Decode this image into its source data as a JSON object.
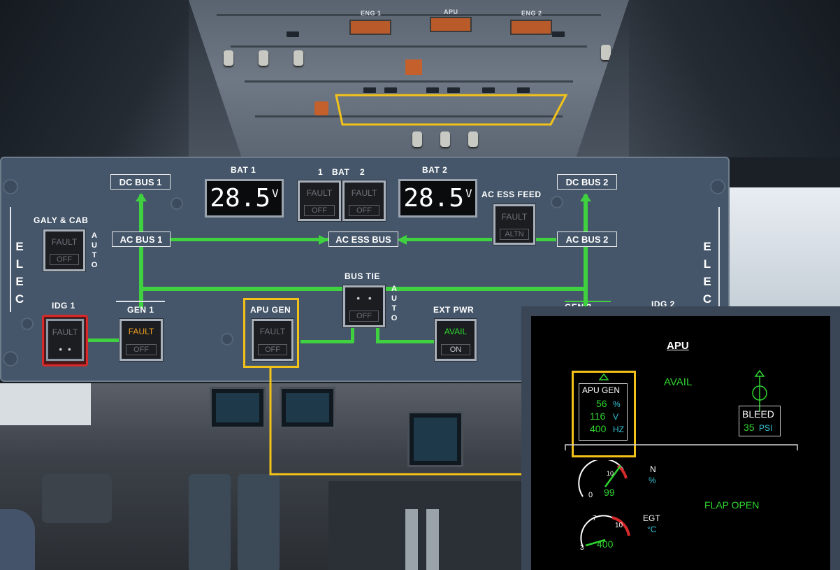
{
  "panel": {
    "elec_side_label": "ELEC",
    "bat1_label": "BAT 1",
    "bat2_label": "BAT 2",
    "bat_pb_label_1": "1",
    "bat_pb_label_bat": "BAT",
    "bat_pb_label_2": "2",
    "bat1_voltage": "28.5",
    "bat2_voltage": "28.5",
    "volt_unit": "V",
    "dc_bus_1": "DC BUS 1",
    "dc_bus_2": "DC BUS 2",
    "ac_bus_1": "AC BUS 1",
    "ac_bus_2": "AC BUS 2",
    "ac_ess_bus": "AC ESS BUS",
    "ac_ess_feed": "AC ESS FEED",
    "galy_cab": "GALY & CAB",
    "auto": "AUTO",
    "bus_tie": "BUS TIE",
    "idg1": "IDG 1",
    "idg2": "IDG 2",
    "gen1": "GEN 1",
    "gen2_partial": "GEN 2",
    "apu_gen": "APU GEN",
    "ext_pwr": "EXT PWR",
    "fault": "FAULT",
    "off": "OFF",
    "altn": "ALTN",
    "avail": "AVAIL",
    "on": "ON"
  },
  "overhead": {
    "eng1": "ENG 1",
    "apu": "APU",
    "eng2": "ENG 2"
  },
  "ecam": {
    "title": "APU",
    "avail": "AVAIL",
    "apu_gen_label": "APU GEN",
    "load": "56",
    "load_unit": "%",
    "volts": "116",
    "volts_unit": "V",
    "freq": "400",
    "freq_unit": "HZ",
    "bleed_label": "BLEED",
    "bleed_val": "35",
    "bleed_unit": "PSI",
    "n_label": "N",
    "n_unit": "%",
    "n_value": "99",
    "n_tick_0": "0",
    "n_tick_10": "10",
    "egt_label": "EGT",
    "egt_unit": "°C",
    "egt_value": "400",
    "egt_tick_3": "3",
    "egt_tick_7": "7",
    "egt_tick_10": "10",
    "flap": "FLAP OPEN"
  },
  "colors": {
    "bus_line": "#3fd13f",
    "highlight": "#f2c21a",
    "fault_amber": "#f0a020",
    "avail_green": "#2fd42f",
    "panel": "#45566a",
    "idg_red": "#d62a2a"
  }
}
